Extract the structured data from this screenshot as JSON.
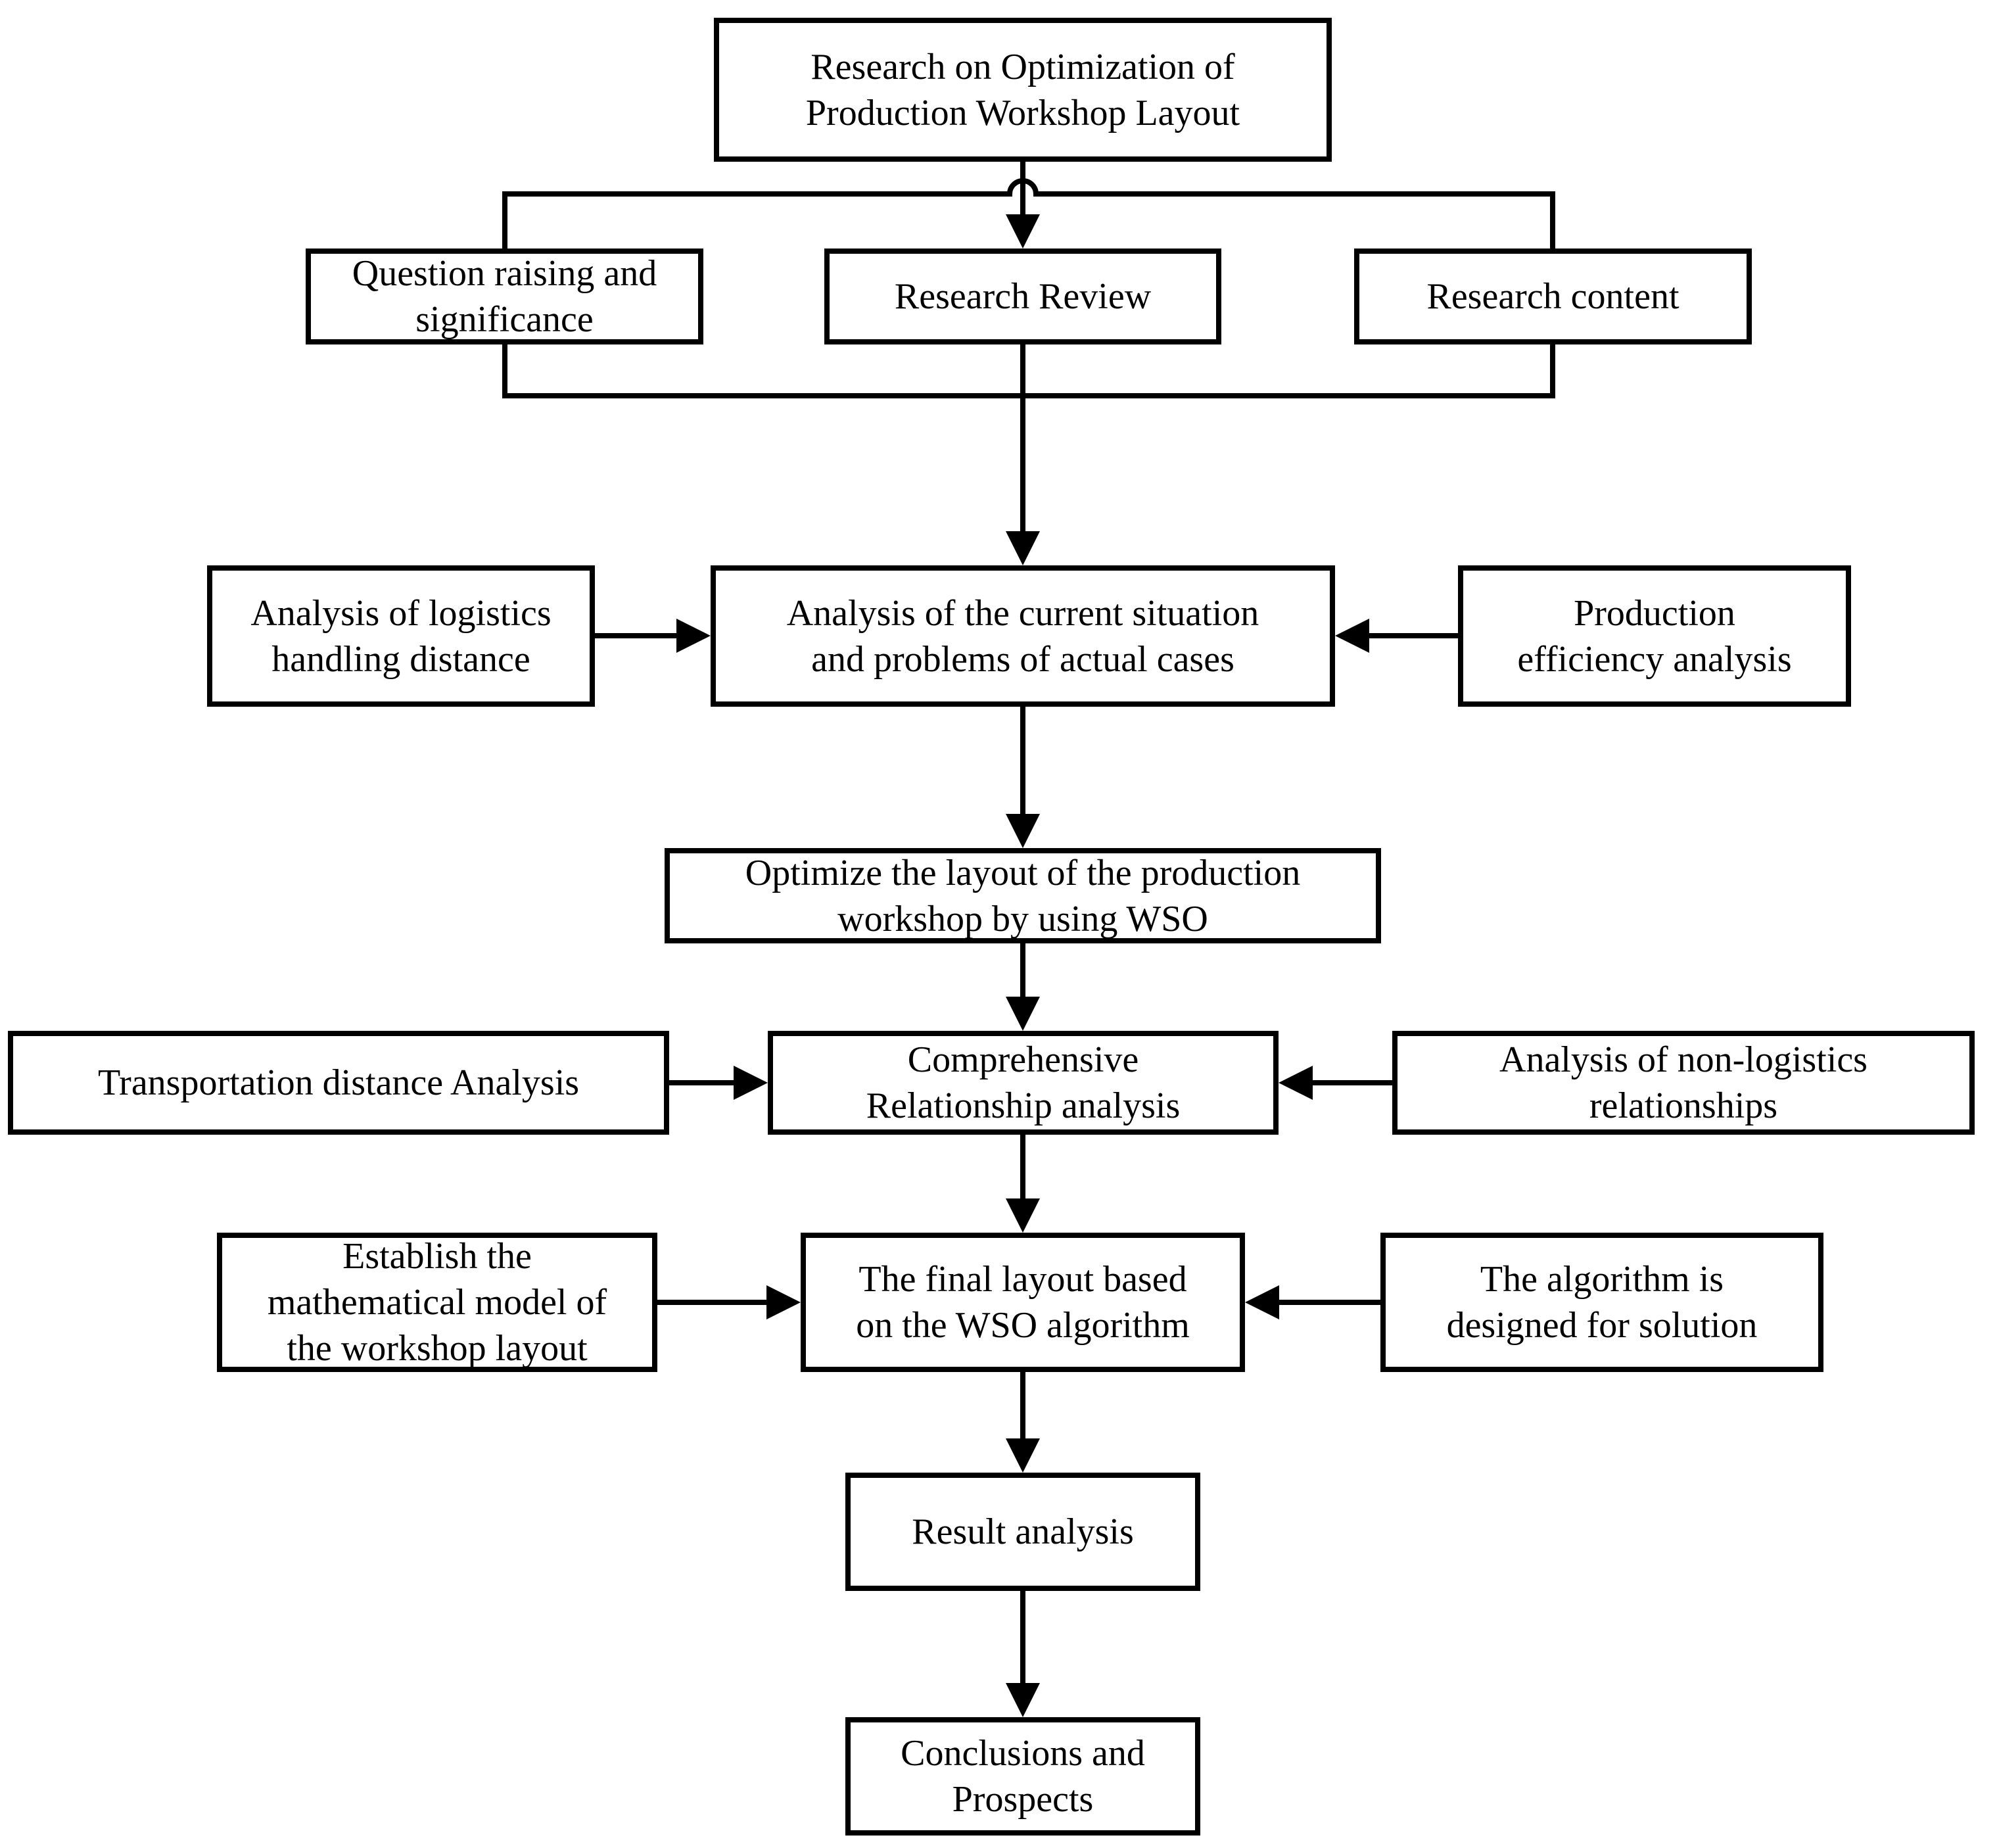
{
  "page": {
    "background_color": "#ffffff",
    "line_color": "#000000",
    "box_fill_color": "#ffffff"
  },
  "diagram": {
    "type": "flowchart",
    "nodes": {
      "top": {
        "label": "Research on Optimization of\nProduction Workshop Layout"
      },
      "question_raising": {
        "label": "Question raising and\nsignificance"
      },
      "research_review": {
        "label": "Research Review"
      },
      "research_content": {
        "label": "Research content"
      },
      "analysis_logistics": {
        "label": "Analysis of logistics\nhandling distance"
      },
      "analysis_current": {
        "label": "Analysis of the current situation\nand problems of actual cases"
      },
      "production_efficiency": {
        "label": "Production\nefficiency analysis"
      },
      "optimize_wso": {
        "label": "Optimize the layout of the production\nworkshop by using WSO"
      },
      "transportation": {
        "label": "Transportation distance Analysis"
      },
      "comprehensive": {
        "label": "Comprehensive\nRelationship analysis"
      },
      "non_logistics": {
        "label": "Analysis of non-logistics\nrelationships"
      },
      "establish_model": {
        "label": "Establish the\nmathematical model of\nthe workshop layout"
      },
      "final_layout": {
        "label": "The final layout based\non the WSO algorithm"
      },
      "algorithm_design": {
        "label": "The algorithm is\ndesigned for solution"
      },
      "result": {
        "label": "Result analysis"
      },
      "conclusions": {
        "label": "Conclusions and\nProspects"
      }
    },
    "edges": [
      {
        "from": "top",
        "to": "research_review",
        "style": "arrow-with-line-jump"
      },
      {
        "from": "top",
        "to": "question_raising",
        "style": "bracket-branch"
      },
      {
        "from": "top",
        "to": "research_content",
        "style": "bracket-branch"
      },
      {
        "from": "question_raising",
        "to": "analysis_current",
        "style": "bracket-merge"
      },
      {
        "from": "research_review",
        "to": "analysis_current",
        "style": "arrow"
      },
      {
        "from": "research_content",
        "to": "analysis_current",
        "style": "bracket-merge"
      },
      {
        "from": "analysis_logistics",
        "to": "analysis_current",
        "style": "arrow"
      },
      {
        "from": "production_efficiency",
        "to": "analysis_current",
        "style": "arrow"
      },
      {
        "from": "analysis_current",
        "to": "optimize_wso",
        "style": "arrow"
      },
      {
        "from": "optimize_wso",
        "to": "comprehensive",
        "style": "arrow"
      },
      {
        "from": "transportation",
        "to": "comprehensive",
        "style": "arrow"
      },
      {
        "from": "non_logistics",
        "to": "comprehensive",
        "style": "arrow"
      },
      {
        "from": "comprehensive",
        "to": "final_layout",
        "style": "arrow"
      },
      {
        "from": "establish_model",
        "to": "final_layout",
        "style": "arrow"
      },
      {
        "from": "algorithm_design",
        "to": "final_layout",
        "style": "arrow"
      },
      {
        "from": "final_layout",
        "to": "result",
        "style": "arrow"
      },
      {
        "from": "result",
        "to": "conclusions",
        "style": "arrow"
      }
    ]
  }
}
